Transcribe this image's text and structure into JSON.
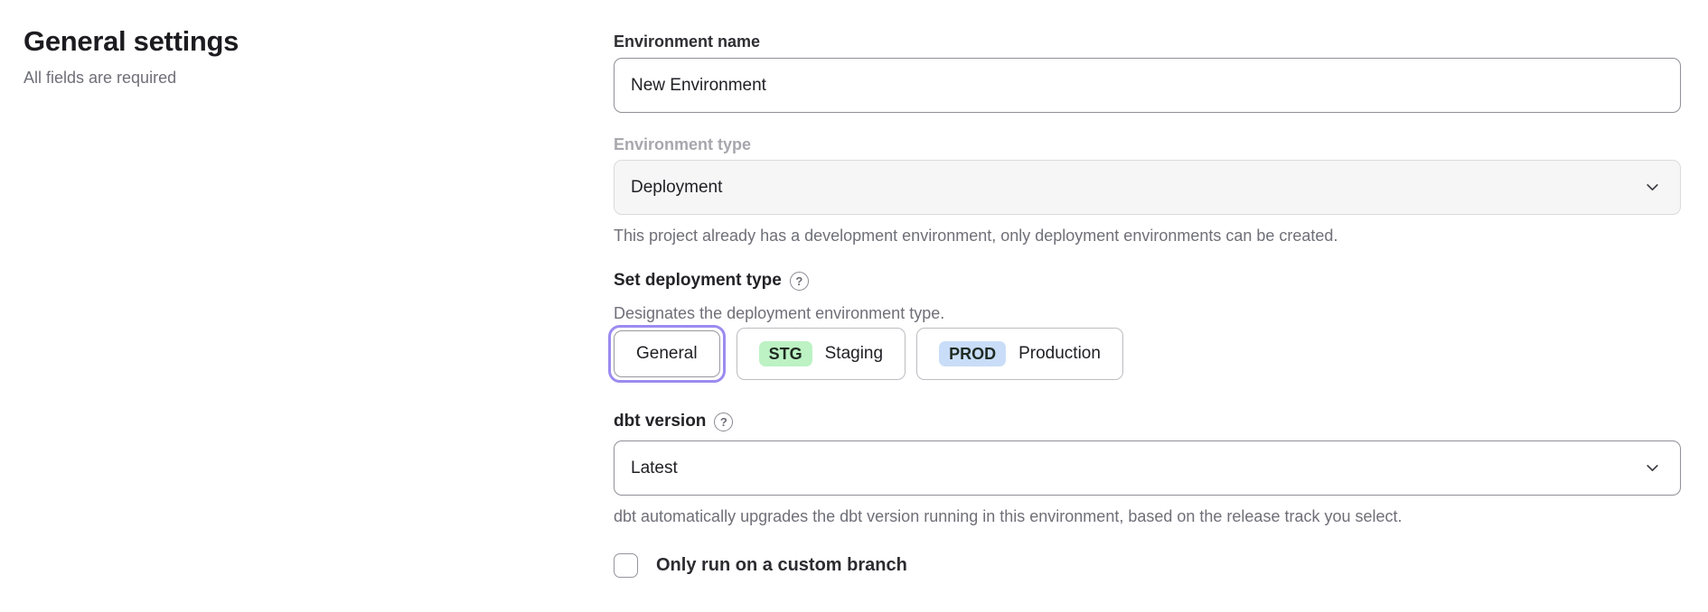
{
  "page": {
    "title": "General settings",
    "subtitle": "All fields are required"
  },
  "form": {
    "environment_name": {
      "label": "Environment name",
      "value": "New Environment"
    },
    "environment_type": {
      "label": "Environment type",
      "value": "Deployment",
      "disabled": true,
      "helper": "This project already has a development environment, only deployment environments can be created."
    },
    "deployment_type": {
      "label": "Set deployment type",
      "helper": "Designates the deployment environment type.",
      "options": [
        {
          "label": "General",
          "badge": "",
          "selected": true
        },
        {
          "label": "Staging",
          "badge": "STG",
          "selected": false
        },
        {
          "label": "Production",
          "badge": "PROD",
          "selected": false
        }
      ]
    },
    "dbt_version": {
      "label": "dbt version",
      "value": "Latest",
      "helper": "dbt automatically upgrades the dbt version running in this environment, based on the release track you select."
    },
    "custom_branch": {
      "label": "Only run on a custom branch",
      "checked": false
    }
  },
  "icons": {
    "help_glyph": "?",
    "chevron_down": "chevron-down",
    "checkbox_unchecked": "unchecked"
  },
  "colors": {
    "accent_purple": "#9c8bf0",
    "badge_green": "#bcf2c4",
    "badge_blue": "#c9ddf8",
    "disabled_bg": "#f6f6f7",
    "helper_gray": "#6f6f78"
  }
}
